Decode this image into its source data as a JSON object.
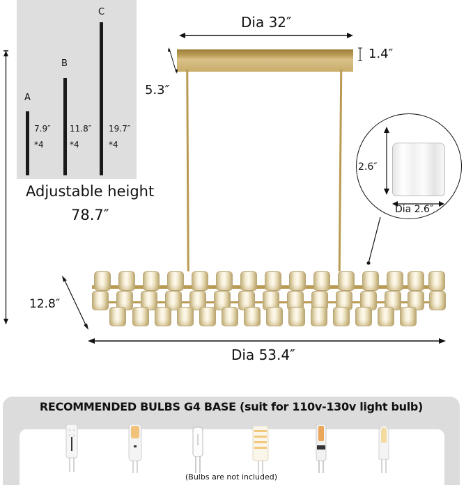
{
  "rods": {
    "items": [
      {
        "letter": "A",
        "length": "7.9″",
        "qty": "*4"
      },
      {
        "letter": "B",
        "length": "11.8″",
        "qty": "*4"
      },
      {
        "letter": "C",
        "length": "19.7″",
        "qty": "*4"
      }
    ]
  },
  "adjustable": {
    "label": "Adjustable height",
    "value": "78.7″"
  },
  "canopy": {
    "width": "Dia  32″",
    "depth": "5.3″",
    "height": "1.4″"
  },
  "shade": {
    "height": "2.6″",
    "diameter": "Dia 2.6″"
  },
  "body": {
    "height": "12.8″",
    "diameter": "Dia  53.4″"
  },
  "bulbs": {
    "title": "RECOMMENDED BULBS G4 BASE (suit for 110v-130v light bulb)",
    "note": "(Bulbs are not included)",
    "items": [
      "led-smd-bulb",
      "cob-led-bulb",
      "halogen-bulb",
      "corn-led-bulb",
      "cob-filament-bulb",
      "silicone-led-bulb"
    ]
  },
  "colors": {
    "gold": "#c4a65c",
    "panel": "#dedede",
    "ink": "#111111"
  }
}
